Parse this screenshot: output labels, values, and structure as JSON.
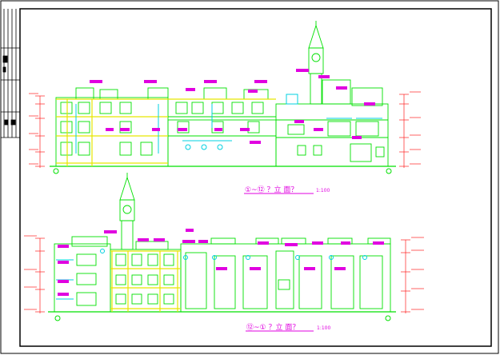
{
  "colors": {
    "frame": "#000000",
    "outline": "#00e000",
    "accent_yellow": "#e6e600",
    "dim_red": "#ff2020",
    "label_magenta": "#e000e0",
    "glass_cyan": "#00d0e0"
  },
  "drawing": {
    "elevation_top_title": "①~⑫ ？立 面？",
    "elevation_top_scale": "1:100",
    "elevation_bottom_title": "⑫~① ？立 面？",
    "elevation_bottom_scale": "1:100"
  }
}
